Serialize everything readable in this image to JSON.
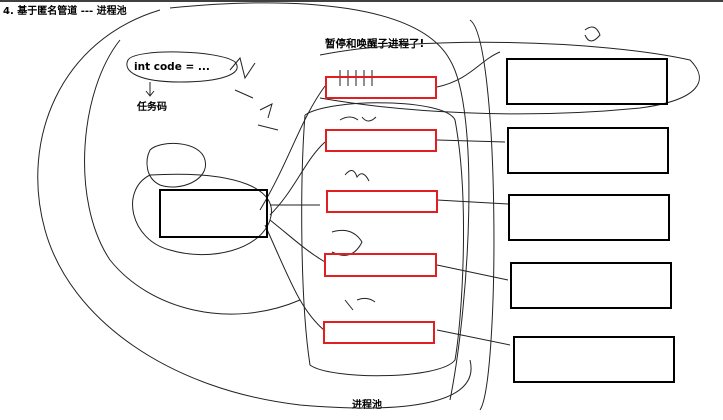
{
  "page": {
    "title": "4. 基于匿名管道 --- 进程池"
  },
  "labels": {
    "task_code": "int code = ...",
    "task_code_name": "任务码",
    "pause_wake": "暂停和唤醒子进程了!",
    "process_pool": "进程池"
  },
  "pipes": [
    {
      "id": 1,
      "has_content": true
    },
    {
      "id": 2,
      "has_content": false
    },
    {
      "id": 3,
      "has_content": false
    },
    {
      "id": 4,
      "has_content": false
    },
    {
      "id": 5,
      "has_content": false
    }
  ],
  "children": [
    {
      "id": 1
    },
    {
      "id": 2
    },
    {
      "id": 3
    },
    {
      "id": 4
    },
    {
      "id": 5
    }
  ],
  "colors": {
    "pipe_border": "#e02020",
    "box_border": "#000000",
    "ink": "#000000"
  }
}
